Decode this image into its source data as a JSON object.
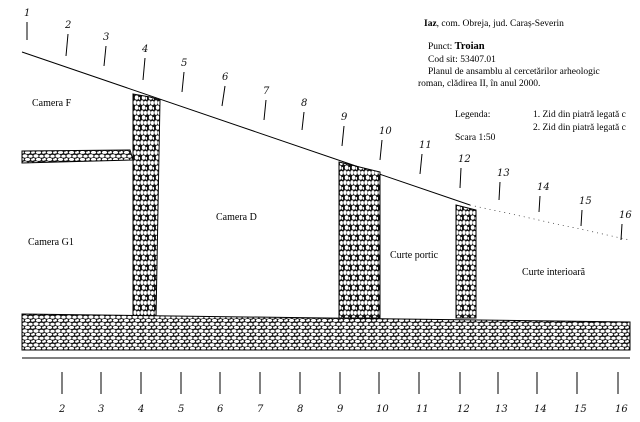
{
  "header": {
    "site_bold": "Iaz",
    "site_rest": ", com. Obreja, jud. Caraș-Severin",
    "punct_label": "Punct: ",
    "punct_value": "Troian",
    "cod_sit": "Cod sit: 53407.01",
    "plan_line1": "Planul de ansamblu al cercetărilor arheologic",
    "plan_line2": "roman, clădirea II, în anul 2000."
  },
  "legend": {
    "label": "Legenda:",
    "items": [
      "1. Zid din piatră legată c",
      "2. Zid din piatră legată c"
    ],
    "scale": "Scara 1:50"
  },
  "rooms": {
    "camera_f": "Camera F",
    "camera_g1": "Camera G1",
    "camera_d": "Camera D",
    "curte_portic": "Curte portic",
    "curte_interioara": "Curte interioară"
  },
  "grid_top": [
    "1",
    "2",
    "3",
    "4",
    "5",
    "6",
    "7",
    "8",
    "9",
    "10",
    "11",
    "12",
    "13",
    "14",
    "15",
    "16"
  ],
  "grid_bottom": [
    "2",
    "3",
    "4",
    "5",
    "6",
    "7",
    "8",
    "9",
    "10",
    "11",
    "12",
    "13",
    "14",
    "15",
    "16"
  ]
}
